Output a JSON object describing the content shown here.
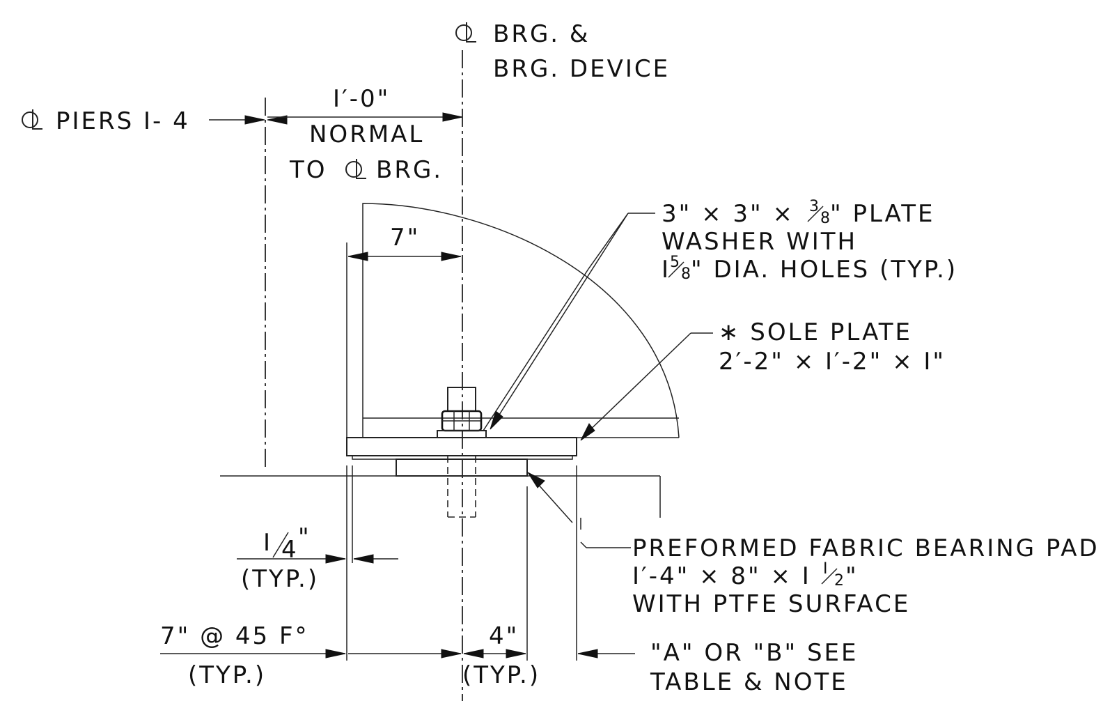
{
  "labels": {
    "cl_brg_line1": "BRG. &",
    "cl_brg_line2": "BRG. DEVICE",
    "cl_piers": "PIERS I- 4",
    "dim_1ft": "I′-0\"",
    "normal": "NORMAL",
    "to_cl_prefix": "TO",
    "to_cl_suffix": "BRG.",
    "dim_7in": "7\"",
    "washer_line1_a": "3\" ×  3\" ×",
    "washer_3": "3",
    "washer_8": "8",
    "washer_line1_b": "\" PLATE",
    "washer_line2": "WASHER  WITH",
    "washer_line3_i": "I",
    "washer_5": "5",
    "washer_8b": "8",
    "washer_line3_b": "\" DIA. HOLES  (TYP.)",
    "sole_line1": "∗  SOLE  PLATE",
    "sole_line2": "2′-2\" ×  I′-2\" ×  I\"",
    "pad_line1": "PREFORMED  FABRIC  BEARING  PAD",
    "pad_line2_a": "I′-4\" ×  8\" ×  I",
    "pad_1": "I",
    "pad_2": "2",
    "pad_line2_b": "\"",
    "pad_line3": "WITH  PTFE  SURFACE",
    "quarter_1": "I",
    "quarter_4": "4",
    "quarter_in": "\"",
    "typ1": "(TYP.)",
    "dim_7_45": "7\" @  45  F°",
    "typ2": "(TYP.)",
    "dim_4in": "4\"",
    "typ3": "(TYP.)",
    "ab_line1": "\"A\" OR  \"B\" SEE",
    "ab_line2": "TABLE  &  NOTE"
  }
}
